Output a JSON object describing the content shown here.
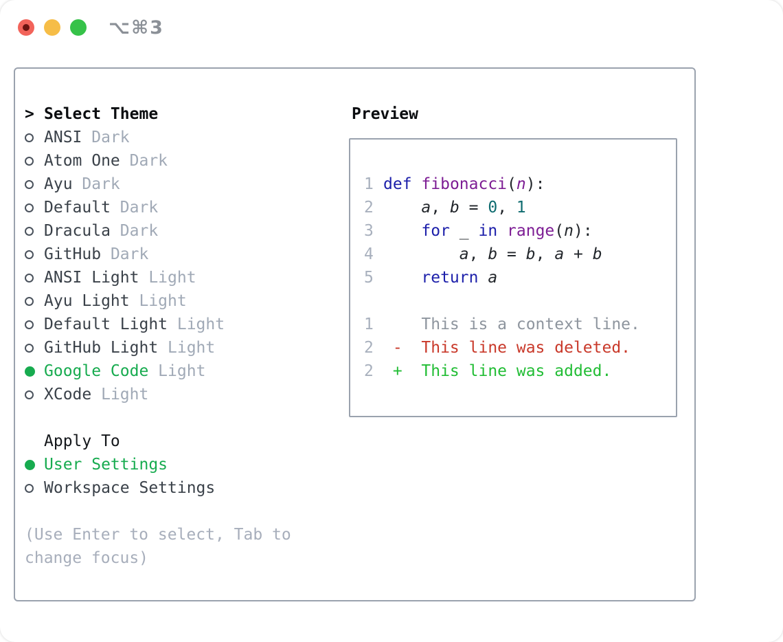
{
  "titlebar": {
    "shortcut": "⌥⌘3"
  },
  "theme_list": {
    "prompt": ">",
    "title": "Select Theme",
    "items": [
      {
        "name": "ANSI",
        "variant": "Dark",
        "selected": false
      },
      {
        "name": "Atom One",
        "variant": "Dark",
        "selected": false
      },
      {
        "name": "Ayu",
        "variant": "Dark",
        "selected": false
      },
      {
        "name": "Default",
        "variant": "Dark",
        "selected": false
      },
      {
        "name": "Dracula",
        "variant": "Dark",
        "selected": false
      },
      {
        "name": "GitHub",
        "variant": "Dark",
        "selected": false
      },
      {
        "name": "ANSI Light",
        "variant": "Light",
        "selected": false
      },
      {
        "name": "Ayu Light",
        "variant": "Light",
        "selected": false
      },
      {
        "name": "Default Light",
        "variant": "Light",
        "selected": false
      },
      {
        "name": "GitHub Light",
        "variant": "Light",
        "selected": false
      },
      {
        "name": "Google Code",
        "variant": "Light",
        "selected": true
      },
      {
        "name": "XCode",
        "variant": "Light",
        "selected": false
      }
    ]
  },
  "apply_to": {
    "title": "Apply To",
    "options": [
      {
        "label": "User Settings",
        "selected": true
      },
      {
        "label": "Workspace Settings",
        "selected": false
      }
    ]
  },
  "help_text": {
    "line1": "(Use Enter to select, Tab to",
    "line2": "change focus)"
  },
  "preview": {
    "title": "Preview",
    "code_lines": [
      {
        "no": "1",
        "tokens": [
          [
            "def",
            "kw"
          ],
          [
            " ",
            "pl"
          ],
          [
            "fibonacci",
            "fn"
          ],
          [
            "(",
            "pl"
          ],
          [
            "n",
            "pvar"
          ],
          [
            "):",
            "pl"
          ]
        ]
      },
      {
        "no": "2",
        "tokens": [
          [
            "    ",
            "pl"
          ],
          [
            "a",
            "var"
          ],
          [
            ", ",
            "pl"
          ],
          [
            "b",
            "var"
          ],
          [
            " = ",
            "pl"
          ],
          [
            "0",
            "lit"
          ],
          [
            ", ",
            "pl"
          ],
          [
            "1",
            "lit"
          ]
        ]
      },
      {
        "no": "3",
        "tokens": [
          [
            "    ",
            "pl"
          ],
          [
            "for",
            "kw"
          ],
          [
            " _ ",
            "pl"
          ],
          [
            "in",
            "kw"
          ],
          [
            " ",
            "pl"
          ],
          [
            "range",
            "fn"
          ],
          [
            "(",
            "pl"
          ],
          [
            "n",
            "var"
          ],
          [
            "):",
            "pl"
          ]
        ]
      },
      {
        "no": "4",
        "tokens": [
          [
            "        ",
            "pl"
          ],
          [
            "a",
            "var"
          ],
          [
            ", ",
            "pl"
          ],
          [
            "b",
            "var"
          ],
          [
            " = ",
            "pl"
          ],
          [
            "b",
            "var"
          ],
          [
            ", ",
            "pl"
          ],
          [
            "a",
            "var"
          ],
          [
            " + ",
            "pl"
          ],
          [
            "b",
            "var"
          ]
        ]
      },
      {
        "no": "5",
        "tokens": [
          [
            "    ",
            "pl"
          ],
          [
            "return",
            "kw"
          ],
          [
            " ",
            "pl"
          ],
          [
            "a",
            "var"
          ]
        ]
      }
    ],
    "diff_lines": [
      {
        "no": "1",
        "kind": "context",
        "marker": "",
        "text": "This is a context line."
      },
      {
        "no": "2",
        "kind": "deleted",
        "marker": "-",
        "text": "This line was deleted."
      },
      {
        "no": "2",
        "kind": "added",
        "marker": "+",
        "text": "This line was added."
      }
    ]
  },
  "colors": {
    "selection_green": "#17ab4f",
    "diff_added_green": "#22bd35",
    "diff_deleted_red": "#c9392a",
    "keyword_blue": "#1c1faa",
    "function_purple": "#7d1d94",
    "literal_teal": "#0e6b6f",
    "muted_gray": "#a0a9b6",
    "panel_border": "#9aa2ae"
  }
}
